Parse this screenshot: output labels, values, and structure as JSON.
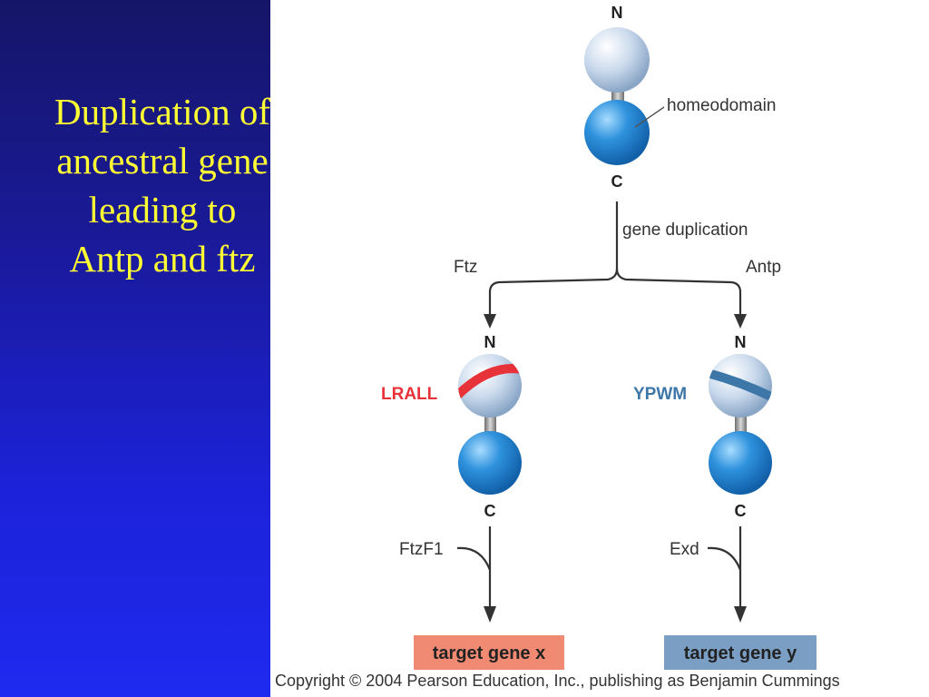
{
  "slide": {
    "title": "Duplication of ancestral gene leading to Antp and ftz"
  },
  "diagram": {
    "ancestral": {
      "n_label": "N",
      "c_label": "C",
      "domain_label": "homeodomain"
    },
    "event_label": "gene duplication",
    "left_branch": {
      "name": "Ftz",
      "n_label": "N",
      "c_label": "C",
      "motif": "LRALL",
      "motif_color": "#e8323a",
      "cofactor": "FtzF1",
      "target": "target gene x",
      "target_color": "#f08a72"
    },
    "right_branch": {
      "name": "Antp",
      "n_label": "N",
      "c_label": "C",
      "motif": "YPWM",
      "motif_color": "#3d77a8",
      "cofactor": "Exd",
      "target": "target gene y",
      "target_color": "#7a9ec4"
    }
  },
  "copyright": "Copyright © 2004 Pearson Education, Inc., publishing as Benjamin Cummings",
  "colors": {
    "title_yellow": "#ffff33",
    "sphere_blue": "#2a8ad6",
    "sphere_pale": "#c8d8ec"
  }
}
